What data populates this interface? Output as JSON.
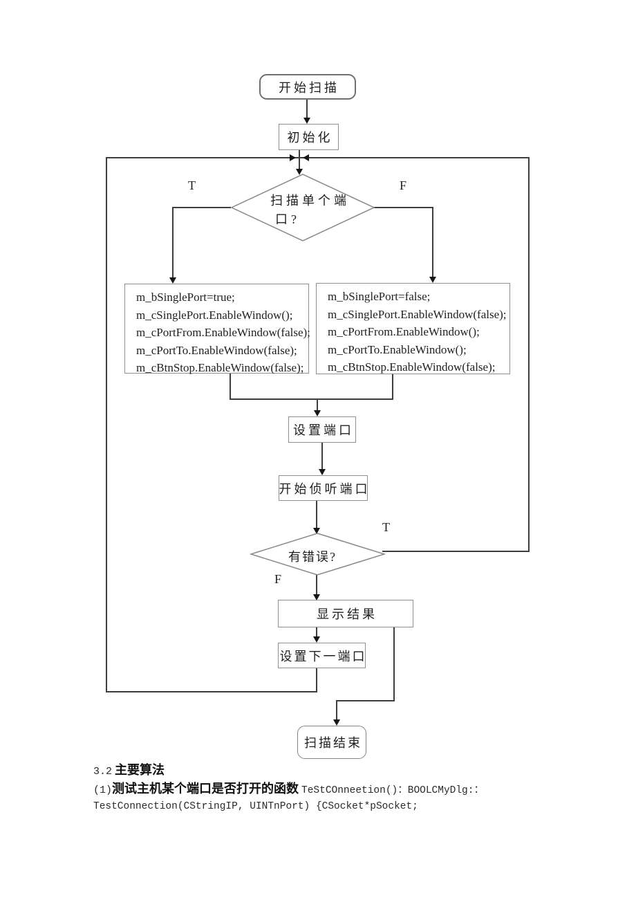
{
  "flowchart": {
    "nodes": {
      "start": {
        "label": "开始扫描"
      },
      "init": {
        "label": "初始化"
      },
      "decision_single_port": {
        "line1": "扫描单个端",
        "line2": "口?"
      },
      "single_port_code": {
        "lines": [
          "m_bSinglePort=true;",
          "m_cSinglePort.EnableWindow();",
          "m_cPortFrom.EnableWindow(false);",
          "m_cPortTo.EnableWindow(false);",
          "m_cBtnStop.EnableWindow(false);"
        ]
      },
      "range_port_code": {
        "lines": [
          "m_bSinglePort=false;",
          "m_cSinglePort.EnableWindow(false);",
          "m_cPortFrom.EnableWindow();",
          "m_cPortTo.EnableWindow();",
          "m_cBtnStop.EnableWindow(false);"
        ]
      },
      "set_port": {
        "label": "设置端口"
      },
      "listen_port": {
        "label": "开始侦听端口"
      },
      "decision_error": {
        "label": "有错误?"
      },
      "show_result": {
        "label": "显示结果"
      },
      "set_next_port": {
        "label": "设置下一端口"
      },
      "end": {
        "label": "扫描结束"
      }
    },
    "branch_labels": {
      "decision1_true": "T",
      "decision1_false": "F",
      "decision2_true": "T",
      "decision2_false": "F"
    },
    "colors": {
      "line": "#3e3e3e",
      "box_border": "#8f8f8f",
      "text": "#1f1f1f"
    }
  },
  "footer": {
    "section_number": "3.2",
    "section_title": "主要算法",
    "item_number": "(1)",
    "item_title": "测试主机某个端口是否打开的函数",
    "item_code": "TeStCOnneetion()：BOOLCMyDlg:：",
    "code_line": "TestConnection(CStringIP, UINTnPort) {CSocket*pSocket;"
  }
}
